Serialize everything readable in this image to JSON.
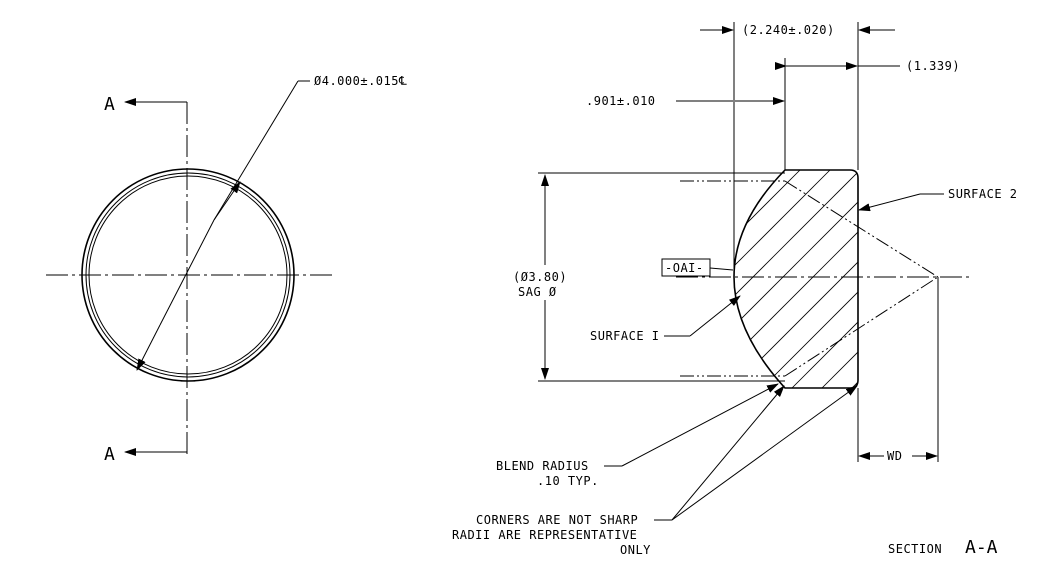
{
  "front_view": {
    "cut_label_top": "A",
    "cut_label_bottom": "A",
    "diameter_callout": "Ø4.000±.015℄"
  },
  "section_view": {
    "dim_overall": "(2.240±.020)",
    "dim_edge": "(1.339)",
    "dim_center": ".901±.010",
    "dim_sag": "(Ø3.80)",
    "dim_sag_sub": "SAG Ø",
    "datum": "-OAI-",
    "surface_1": "SURFACE I",
    "surface_2": "SURFACE 2",
    "dim_wd": "WD",
    "blend_radius_line1": "BLEND  RADIUS",
    "blend_radius_line2": ".10 TYP.",
    "corners_line1": "CORNERS ARE NOT SHARP",
    "corners_line2": "RADII ARE REPRESENTATIVE",
    "corners_line3": "ONLY",
    "section_word": "SECTION",
    "section_id": "A-A"
  }
}
